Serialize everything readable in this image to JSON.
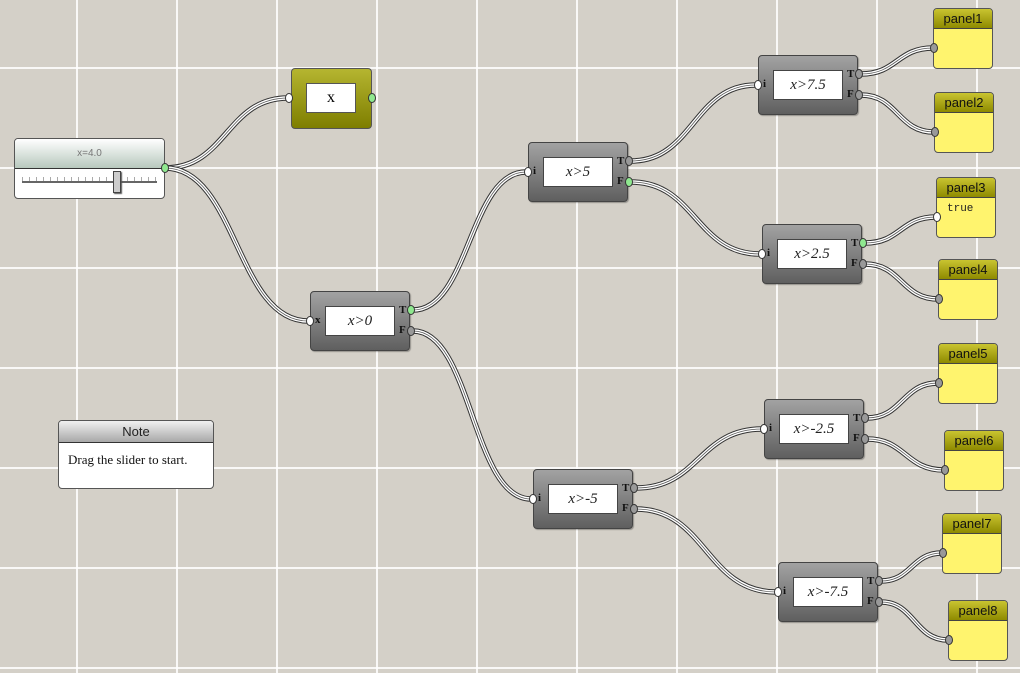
{
  "slider": {
    "label": "x=4.0",
    "value": 4.0,
    "position_fraction": 0.7
  },
  "param": {
    "label": "x"
  },
  "note": {
    "title": "Note",
    "text": "Drag the slider to start."
  },
  "components": [
    {
      "id": "c0",
      "expr": "x>0",
      "input": "x",
      "t": "T",
      "f": "F"
    },
    {
      "id": "c1",
      "expr": "x>5",
      "input": "i",
      "t": "T",
      "f": "F"
    },
    {
      "id": "c2",
      "expr": "x>-5",
      "input": "i",
      "t": "T",
      "f": "F"
    },
    {
      "id": "c3",
      "expr": "x>7.5",
      "input": "i",
      "t": "T",
      "f": "F"
    },
    {
      "id": "c4",
      "expr": "x>2.5",
      "input": "i",
      "t": "T",
      "f": "F"
    },
    {
      "id": "c5",
      "expr": "x>-2.5",
      "input": "i",
      "t": "T",
      "f": "F"
    },
    {
      "id": "c6",
      "expr": "x>-7.5",
      "input": "i",
      "t": "T",
      "f": "F"
    }
  ],
  "panels": [
    {
      "title": "panel1",
      "content": ""
    },
    {
      "title": "panel2",
      "content": ""
    },
    {
      "title": "panel3",
      "content": "true"
    },
    {
      "title": "panel4",
      "content": ""
    },
    {
      "title": "panel5",
      "content": ""
    },
    {
      "title": "panel6",
      "content": ""
    },
    {
      "title": "panel7",
      "content": ""
    },
    {
      "title": "panel8",
      "content": ""
    }
  ],
  "colors": {
    "active_port": "#8fe88f",
    "inactive_port": "#999999",
    "panel": "#fff46e",
    "canvas": "#d4d0c8"
  }
}
